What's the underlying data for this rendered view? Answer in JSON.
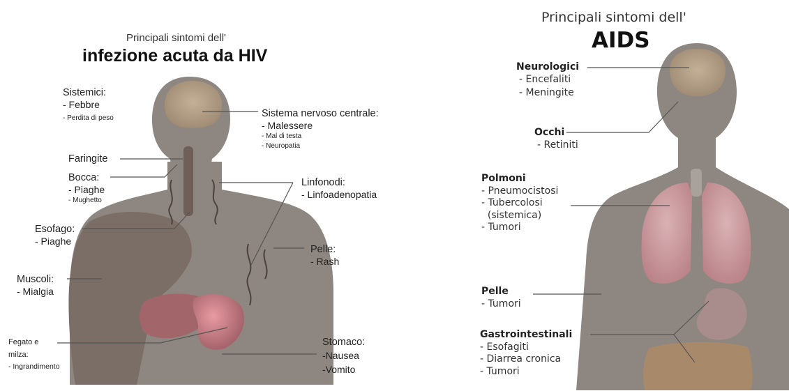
{
  "left": {
    "subtitle": "Principali sintomi dell'",
    "title": "infezione acuta da HIV",
    "labels": {
      "sistemici": {
        "head": "Sistemici:",
        "items": [
          "- Febbre",
          "- Perdita di peso"
        ]
      },
      "snc": {
        "head": "Sistema nervoso centrale:",
        "items": [
          "- Malessere",
          "- Mal di testa",
          "- Neuropatia"
        ]
      },
      "faringite": {
        "head": "Faringite"
      },
      "bocca": {
        "head": "Bocca:",
        "items": [
          "- Piaghe",
          "- Mughetto"
        ]
      },
      "linfonodi": {
        "head": "Linfonodi:",
        "items": [
          "- Linfoadenopatia"
        ]
      },
      "esofago": {
        "head": "Esofago:",
        "items": [
          "- Piaghe"
        ]
      },
      "pelle": {
        "head": "Pelle:",
        "items": [
          "- Rash"
        ]
      },
      "muscoli": {
        "head": "Muscoli:",
        "items": [
          "- Mialgia"
        ]
      },
      "fegato": {
        "head": "Fegato e",
        "head2": "milza:",
        "items": [
          "- Ingrandimento"
        ]
      },
      "stomaco": {
        "head": "Stomaco:",
        "items": [
          "-Nausea",
          "-Vomito"
        ]
      }
    }
  },
  "right": {
    "subtitle": "Principali sintomi dell'",
    "title": "AIDS",
    "labels": {
      "neuro": {
        "head": "Neurologici",
        "items": [
          "- Encefaliti",
          "- Meningite"
        ]
      },
      "occhi": {
        "head": "Occhi",
        "items": [
          "- Retiniti"
        ]
      },
      "polmoni": {
        "head": "Polmoni",
        "items": [
          "- Pneumocistosi",
          "- Tubercolosi",
          "  (sistemica)",
          "- Tumori"
        ]
      },
      "pelle": {
        "head": "Pelle",
        "items": [
          "- Tumori"
        ]
      },
      "gastro": {
        "head": "Gastrointestinali",
        "items": [
          "- Esofagiti",
          "- Diarrea cronica",
          "- Tumori"
        ]
      }
    }
  },
  "colors": {
    "body": "#8e8680",
    "brain": "#b19d84",
    "muscle": "#7a6e66",
    "liver": "#a2666a",
    "lung": "#c89a9e",
    "stomach": "#a98d8d",
    "line": "#555555"
  }
}
